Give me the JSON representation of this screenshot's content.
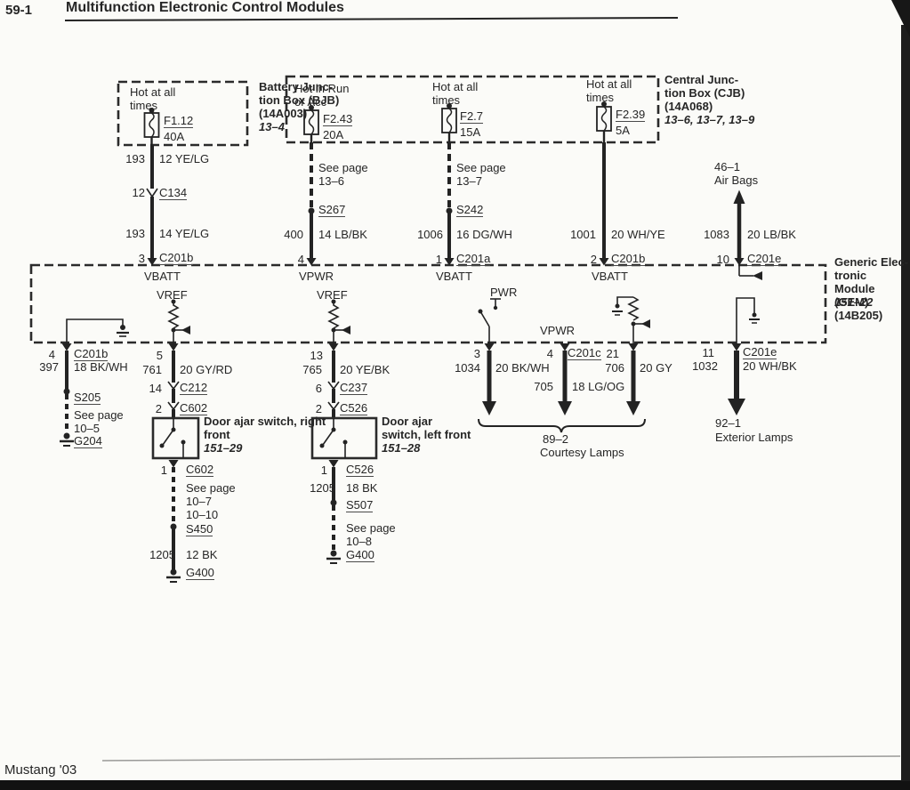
{
  "header": {
    "page_number": "59-1",
    "title": "Multifunction Electronic Control Modules"
  },
  "footer": {
    "model": "Mustang '03"
  },
  "battery_junction_box": {
    "condition": "Hot at all\ntimes",
    "fuse": {
      "name": "F1.12",
      "rating": "40A"
    },
    "label": "Battery Junc-\ntion Box (BJB)\n(14A003)",
    "page_ref": "13–4"
  },
  "central_junction_box": {
    "label": "Central Junc-\ntion Box (CJB)\n(14A068)",
    "page_ref": "13–6, 13–7, 13–9",
    "fuses": [
      {
        "condition": "Hot in Run\nor Acc",
        "name": "F2.43",
        "rating": "20A"
      },
      {
        "condition": "Hot at all\ntimes",
        "name": "F2.7",
        "rating": "15A"
      },
      {
        "condition": "Hot at all\ntimes",
        "name": "F2.39",
        "rating": "5A"
      }
    ]
  },
  "gem": {
    "label": "Generic Elec-\ntronic Module\n(GEM) (14B205)",
    "page_ref": "151–22",
    "pin_signals": {
      "pin3": "VBATT",
      "pin4": "VPWR",
      "pin1": "VBATT",
      "pin2": "VBATT"
    },
    "internal": {
      "vref_left": "VREF",
      "vref_right": "VREF",
      "pwr": "PWR",
      "vpwr": "VPWR"
    }
  },
  "feeds": {
    "bjb": {
      "upper": {
        "circuit": "193",
        "wire": "12 YE/LG"
      },
      "connector": {
        "pin": "12",
        "name": "C134"
      },
      "lower": {
        "circuit": "193",
        "wire": "14 YE/LG"
      },
      "gem_pin": {
        "pin": "3",
        "connector": "C201b"
      }
    },
    "run_acc": {
      "see_page": "See page\n13–6",
      "splice": "S267",
      "lower": {
        "circuit": "400",
        "wire": "14 LB/BK"
      },
      "gem_pin": {
        "pin": "4"
      }
    },
    "hot1": {
      "see_page": "See page\n13–7",
      "splice": "S242",
      "lower": {
        "circuit": "1006",
        "wire": "16 DG/WH"
      },
      "gem_pin": {
        "pin": "1",
        "connector": "C201a"
      }
    },
    "hot2": {
      "lower": {
        "circuit": "1001",
        "wire": "20 WH/YE"
      },
      "gem_pin": {
        "pin": "2",
        "connector": "C201b"
      }
    },
    "air_bags": {
      "destination": "46–1\nAir Bags",
      "lower": {
        "circuit": "1083",
        "wire": "20 LB/BK"
      },
      "gem_pin": {
        "pin": "10",
        "connector": "C201e"
      }
    }
  },
  "outputs": {
    "ground": {
      "gem_pin": {
        "pin": "4",
        "connector": "C201b"
      },
      "wire": {
        "circuit": "397",
        "wire": "18 BK/WH"
      },
      "splice": "S205",
      "see_page": "See page\n10–5",
      "ground": "G204"
    },
    "door_right": {
      "gem_pin": {
        "pin": "5"
      },
      "wire": {
        "circuit": "761",
        "wire": "20 GY/RD"
      },
      "connector1": {
        "pin": "14",
        "name": "C212"
      },
      "connector2": {
        "pin": "2",
        "name": "C602"
      },
      "switch_label": "Door ajar switch, right\nfront",
      "switch_ref": "151–29",
      "below_connector": {
        "pin": "1",
        "name": "C602"
      },
      "see_page": "See page\n10–7\n10–10",
      "splice": "S450",
      "lower_wire": {
        "circuit": "1205",
        "wire": "12 BK"
      },
      "ground": "G400"
    },
    "door_left": {
      "gem_pin": {
        "pin": "13"
      },
      "wire": {
        "circuit": "765",
        "wire": "20 YE/BK"
      },
      "connector1": {
        "pin": "6",
        "name": "C237"
      },
      "connector2": {
        "pin": "2",
        "name": "C526"
      },
      "switch_label": "Door ajar\nswitch, left front",
      "switch_ref": "151–28",
      "below_connector": {
        "pin": "1",
        "name": "C526"
      },
      "lower_wire": {
        "circuit": "1205",
        "wire": "18 BK"
      },
      "splice": "S507",
      "see_page": "See page\n10–8",
      "ground": "G400"
    },
    "courtesy": {
      "legs": [
        {
          "pin": "3",
          "circuit": "1034",
          "wire": "20 BK/WH"
        },
        {
          "pin": "4",
          "connector": "C201c",
          "circuit": "705",
          "wire": "18 LG/OG"
        },
        {
          "pin": "21",
          "circuit": "706",
          "wire": "20 GY"
        }
      ],
      "destination": "89–2",
      "destination_name": "Courtesy Lamps"
    },
    "exterior": {
      "gem_pin": {
        "pin": "11",
        "connector": "C201e"
      },
      "wire": {
        "circuit": "1032",
        "wire": "20 WH/BK"
      },
      "destination": "92–1",
      "destination_name": "Exterior Lamps"
    }
  }
}
